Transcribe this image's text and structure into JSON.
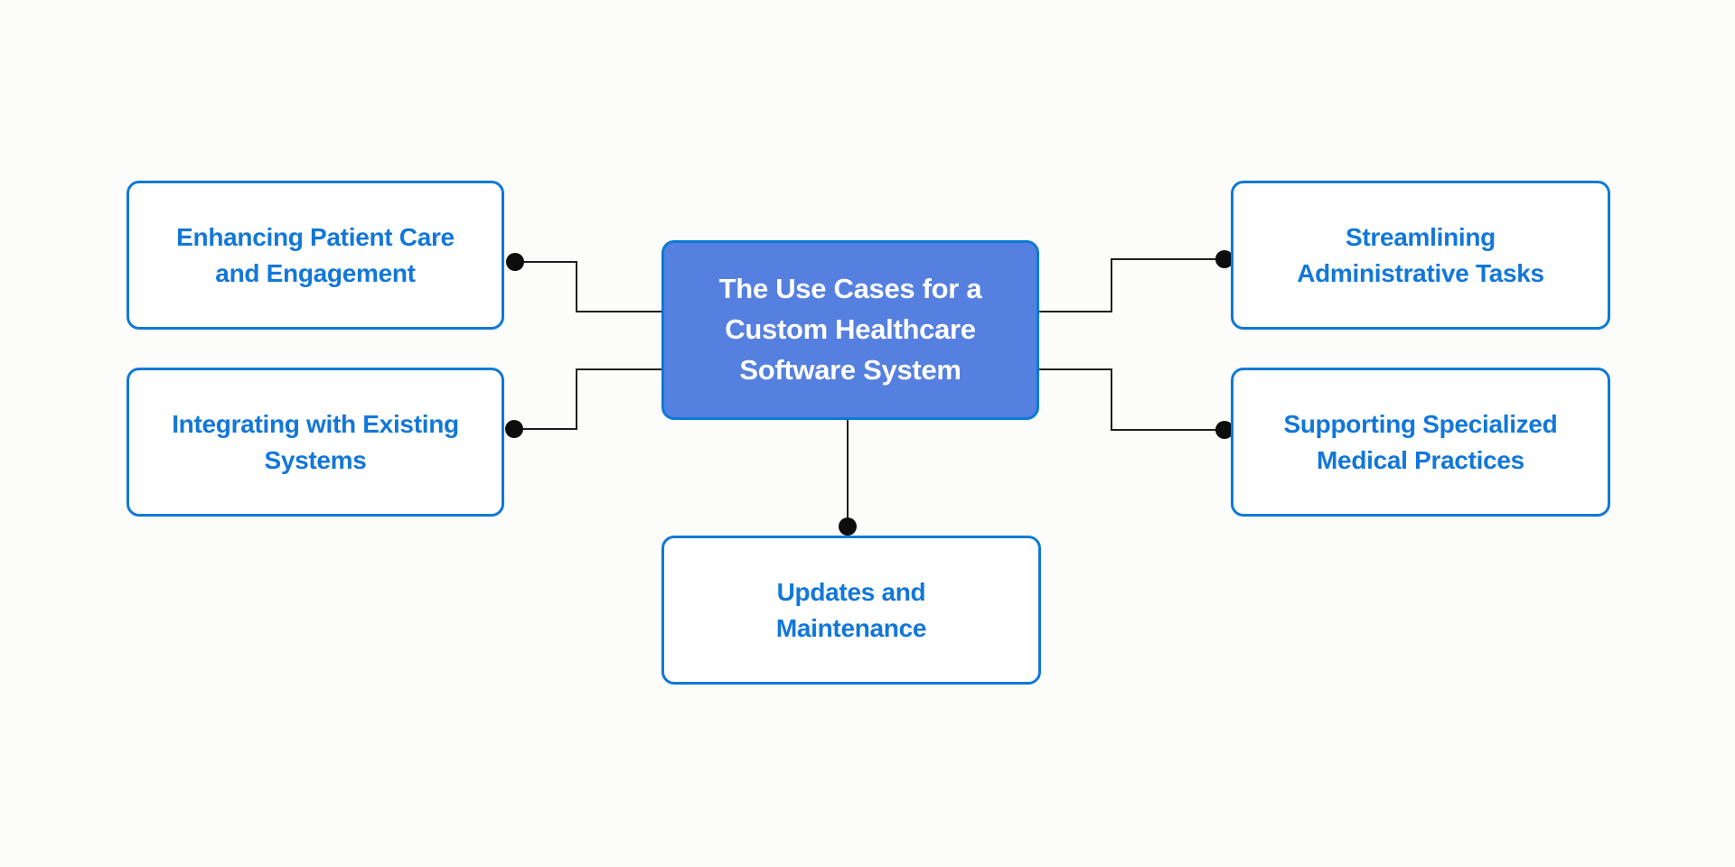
{
  "diagram": {
    "type": "mindmap",
    "title": "The Use Cases for a Custom Healthcare Software System",
    "center_node": {
      "label": "The Use Cases for a\nCustom Healthcare\nSoftware System"
    },
    "branches": [
      {
        "id": "enhancing-patient-care",
        "position": "top-left",
        "label": "Enhancing Patient Care\nand Engagement"
      },
      {
        "id": "integrating-existing-systems",
        "position": "bottom-left",
        "label": "Integrating with Existing\nSystems"
      },
      {
        "id": "streamlining-administrative-tasks",
        "position": "top-right",
        "label": "Streamlining\nAdministrative Tasks"
      },
      {
        "id": "supporting-specialized-practices",
        "position": "bottom-right",
        "label": "Supporting Specialized\nMedical Practices"
      },
      {
        "id": "updates-maintenance",
        "position": "bottom-center",
        "label": "Updates and\nMaintenance"
      }
    ]
  },
  "colors": {
    "accent": "#0E79D9",
    "center-fill": "#5680DF",
    "center-border": "#0B7AD8",
    "center-text": "#FFFFFF",
    "branch-text": "#1277D9",
    "connector": "#1F1F1F",
    "dot": "#0D0D0D",
    "background": "#FCFCFA"
  }
}
